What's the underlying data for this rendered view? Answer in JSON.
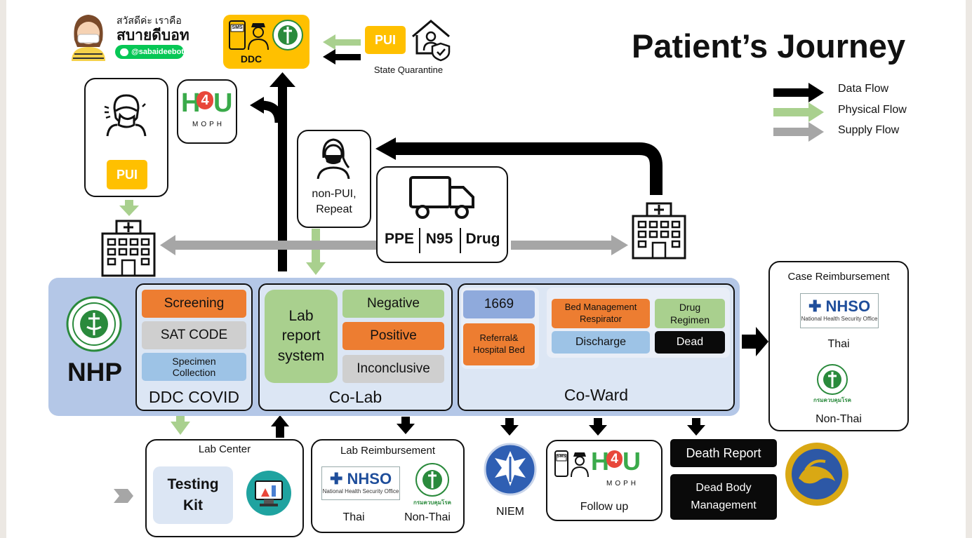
{
  "title": "Patient’s Journey",
  "legend": {
    "data_flow": "Data Flow",
    "physical_flow": "Physical Flow",
    "supply_flow": "Supply Flow",
    "colors": {
      "data": "#000000",
      "physical": "#a9d08e",
      "supply": "#a6a6a6"
    }
  },
  "bot": {
    "greeting": "สวัสดีค่ะ เราคือ",
    "name": "สบายดีบอท",
    "line_id": "@sabaideebot"
  },
  "ddc": {
    "sms": "SMS",
    "label": "DDC"
  },
  "state_quarantine": {
    "tag": "PUI",
    "label": "State Quarantine"
  },
  "pui_card": {
    "tag": "PUI"
  },
  "h4u": {
    "mark_h": "H",
    "mark_4": "4",
    "mark_u": "U",
    "sub": "MOPH"
  },
  "non_pui": {
    "label_line1": "non-PUI,",
    "label_line2": "Repeat"
  },
  "supply": {
    "items": [
      "PPE",
      "N95",
      "Drug"
    ]
  },
  "nhp": {
    "label": "NHP"
  },
  "ddc_covid": {
    "items": [
      "Screening",
      "SAT CODE",
      "Specimen Collection"
    ],
    "label": "DDC COVID"
  },
  "co_lab": {
    "report_line1": "Lab",
    "report_line2": "report",
    "report_line3": "system",
    "results": [
      "Negative",
      "Positive",
      "Inconclusive"
    ],
    "label": "Co-Lab"
  },
  "co_ward": {
    "ems": "1669",
    "referral_line1": "Referral&",
    "referral_line2": "Hospital Bed",
    "bed_line1": "Bed Management",
    "bed_line2": "Respirator",
    "drug_line1": "Drug",
    "drug_line2": "Regimen",
    "discharge": "Discharge",
    "dead": "Dead",
    "label": "Co-Ward"
  },
  "case_reimbursement": {
    "title": "Case Reimbursement",
    "thai": "Thai",
    "non_thai": "Non-Thai"
  },
  "nhso": {
    "name": "NHSO",
    "full": "National Health Security Office"
  },
  "dept_logo_text": "กรมควบคุมโรค",
  "lab_center": {
    "title": "Lab Center",
    "kit_line1": "Testing",
    "kit_line2": "Kit"
  },
  "lab_reimbursement": {
    "title": "Lab Reimbursement",
    "thai": "Thai",
    "non_thai": "Non-Thai"
  },
  "niem": {
    "label": "NIEM"
  },
  "follow_up": {
    "label": "Follow up",
    "sms": "SMS"
  },
  "death": {
    "report": "Death Report",
    "body_line1": "Dead Body",
    "body_line2": "Management"
  }
}
